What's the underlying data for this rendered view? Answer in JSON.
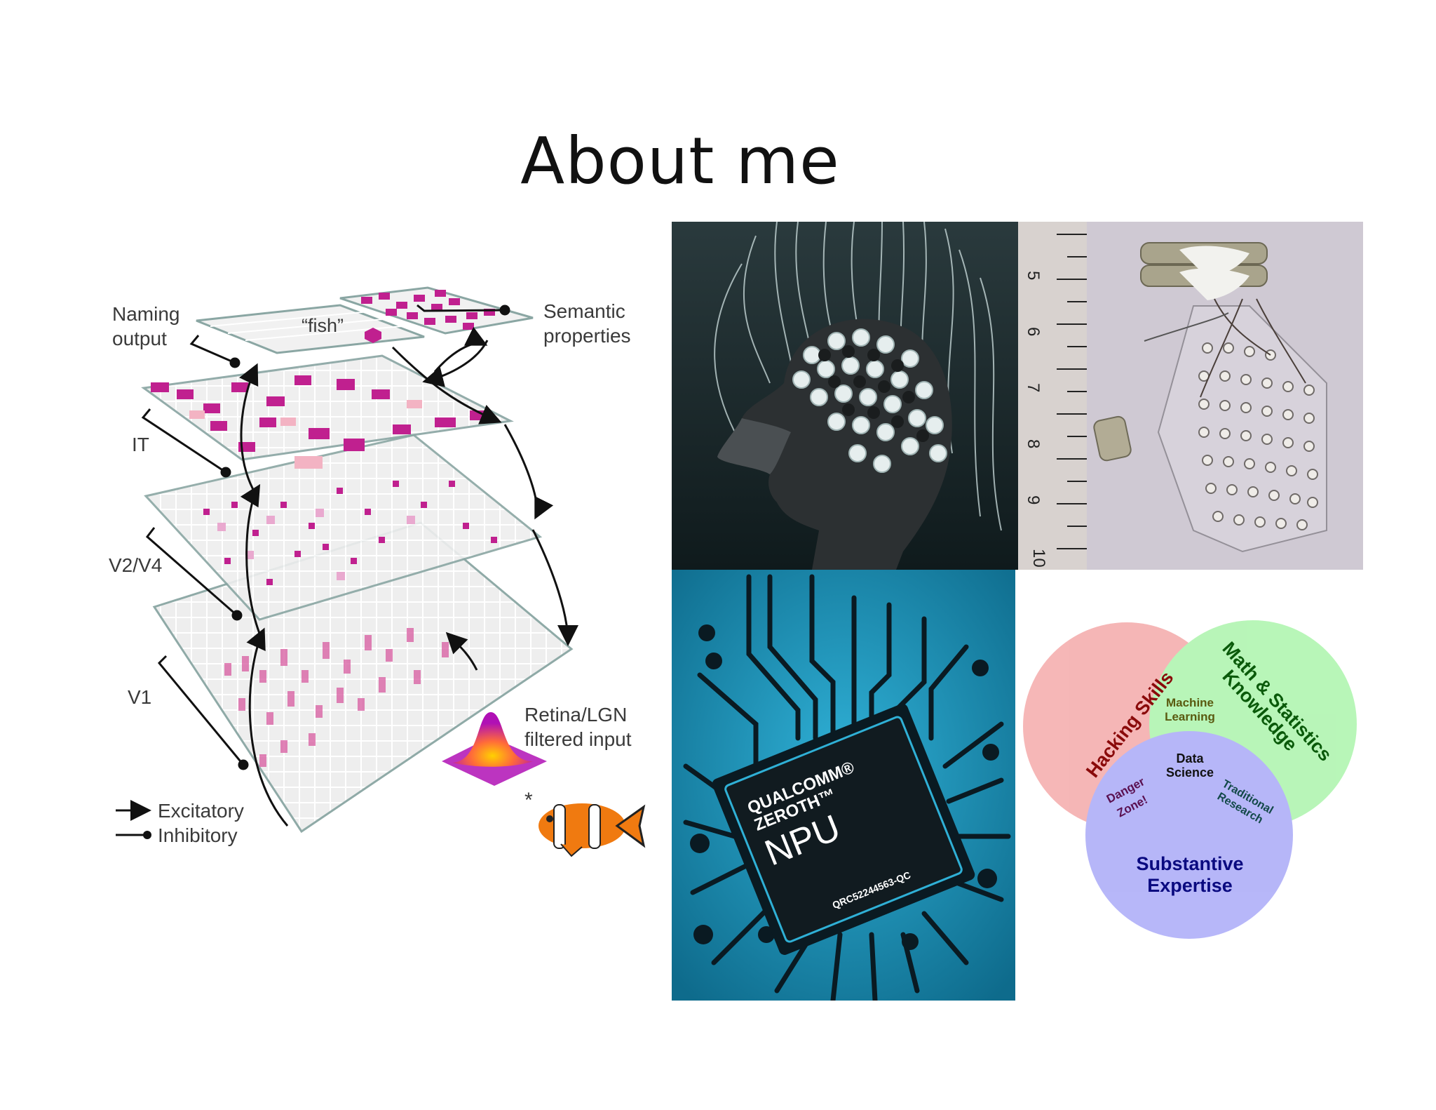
{
  "slide": {
    "title": "About me"
  },
  "hierarchy_figure": {
    "labels": {
      "naming_output_1": "Naming",
      "naming_output_2": "output",
      "fish_word": "“fish”",
      "semantic_1": "Semantic",
      "semantic_2": "properties",
      "it": "IT",
      "v2v4": "V2/V4",
      "v1": "V1",
      "retina_1": "Retina/LGN",
      "retina_2": "filtered input",
      "asterisk": "*"
    },
    "legend": {
      "excitatory": "Excitatory",
      "inhibitory": "Inhibitory"
    },
    "colors": {
      "cell": "#c0208f",
      "cell_light": "#e9a9cf",
      "plane": "#e9ecec",
      "plane_edge": "#8aa6a3"
    }
  },
  "photos": {
    "eeg_cap": {
      "icon": "eeg-head-photo"
    },
    "ecog_grid": {
      "icon": "electrode-grid-photo",
      "ruler_marks": [
        "5",
        "6",
        "7",
        "8",
        "9",
        "10"
      ]
    },
    "npu_chip": {
      "brand": "QUALCOMM®",
      "product": "ZEROTH™",
      "chip": "NPU",
      "part": "QRC52244563-QC",
      "bg": "#1a8db0"
    }
  },
  "venn": {
    "hacking": "Hacking Skills",
    "math": "Math & Statistics",
    "math_2": "Knowledge",
    "ml_1": "Machine",
    "ml_2": "Learning",
    "ds_1": "Data",
    "ds_2": "Science",
    "danger_1": "Danger",
    "danger_2": "Zone!",
    "trad_1": "Traditional",
    "trad_2": "Research",
    "sub_1": "Substantive",
    "sub_2": "Expertise",
    "colors": {
      "red": "#f08a8a",
      "green": "#8df08d",
      "blue": "#8a8af5"
    }
  }
}
